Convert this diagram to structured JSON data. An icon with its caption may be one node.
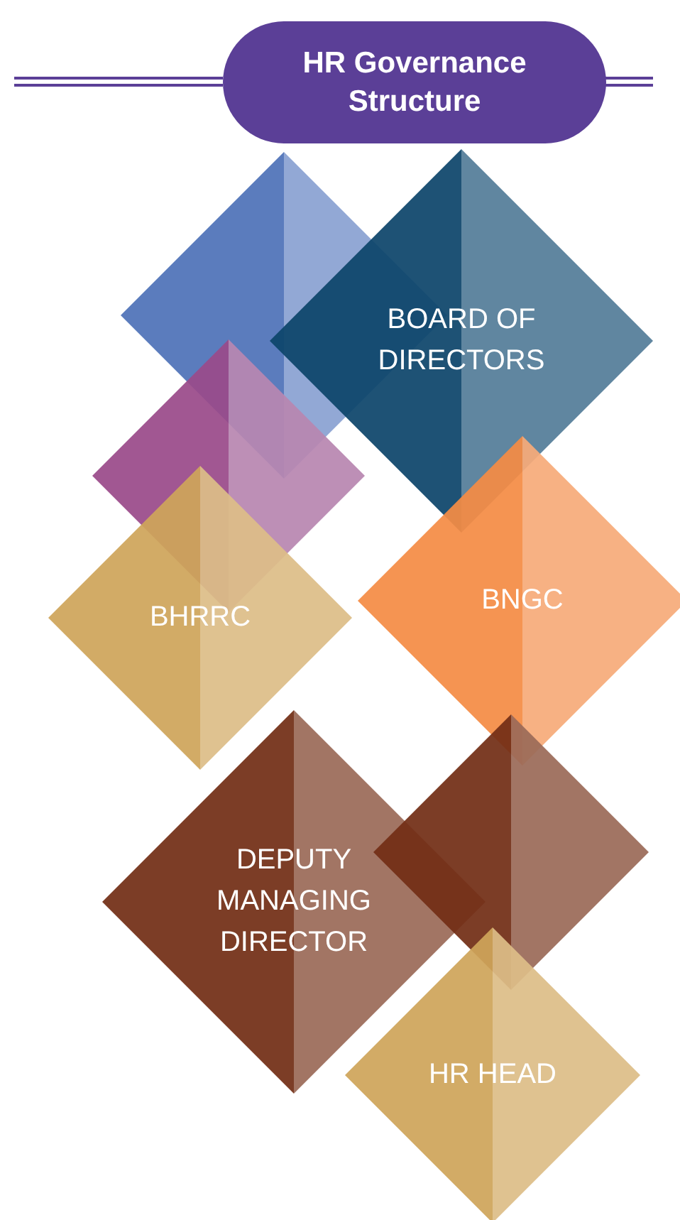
{
  "diagram": {
    "title": "HR Governance Structure",
    "nodes": [
      {
        "text": [],
        "shape": "diamond"
      },
      {
        "text": [
          "BOARD OF DIRECTORS"
        ]
      },
      {
        "text": [],
        "shape": "diamond"
      },
      {
        "text": [
          "BHRRC"
        ]
      },
      {
        "text": [
          "BNGC"
        ]
      },
      {
        "text": [
          "DEPUTY MANAGING DIRECTOR"
        ]
      },
      {
        "text": [],
        "shape": "diamond"
      },
      {
        "text": [
          "HR HEAD"
        ]
      }
    ]
  }
}
